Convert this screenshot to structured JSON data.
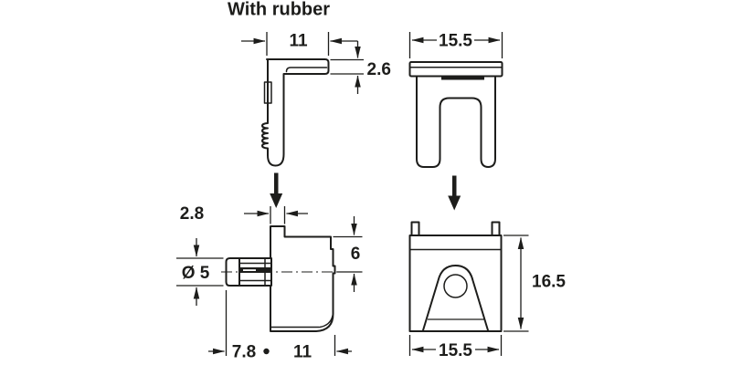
{
  "title": "With rubber",
  "colors": {
    "ink": "#1d1d1b",
    "background": "#ffffff"
  },
  "dimensions": {
    "rubber_side": {
      "width": "11",
      "thickness": "2.6"
    },
    "rubber_front": {
      "width": "15.5"
    },
    "support_side": {
      "hook_width": "2.8",
      "pin_diameter": "Ø 5",
      "pin_axis_height": "6",
      "pin_length": "7.8",
      "body_depth": "11"
    },
    "support_front": {
      "height": "16.5",
      "width": "15.5"
    }
  }
}
